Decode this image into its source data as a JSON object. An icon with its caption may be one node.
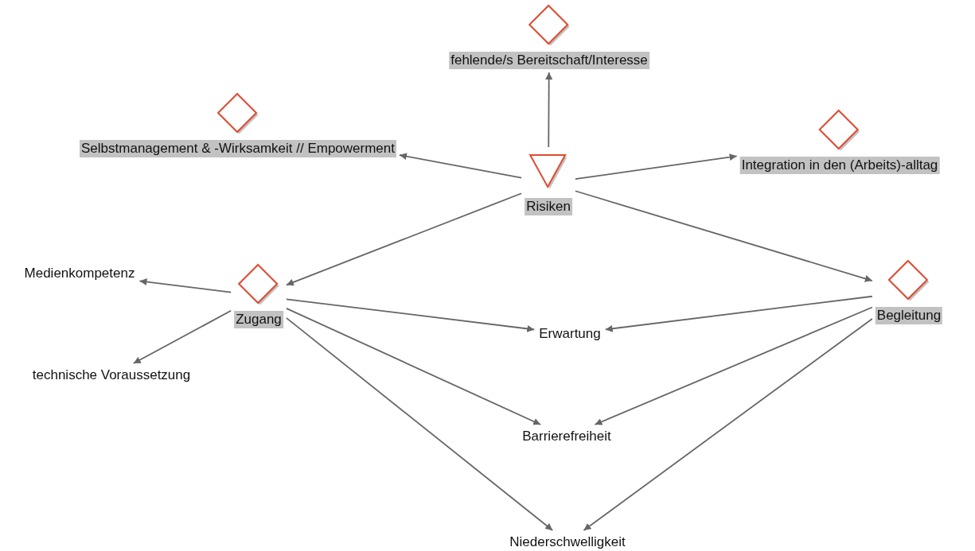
{
  "diagram": {
    "nodes": [
      {
        "text": [
          "fehlende/s Bereitschaft/Interesse"
        ]
      },
      {
        "text": [
          "Selbstmanagement & -Wirksamkeit // Empowerment"
        ]
      },
      {
        "text": [
          "Risiken"
        ]
      },
      {
        "text": [
          "Integration in den (Arbeits)-alltag"
        ]
      },
      {
        "text": [
          "Medienkompetenz"
        ]
      },
      {
        "text": [
          "Zugang"
        ]
      },
      {
        "text": [
          "Begleitung"
        ]
      },
      {
        "text": [
          "technische Voraussetzung"
        ]
      },
      {
        "text": [
          "Erwartung"
        ]
      },
      {
        "text": [
          "Barrierefreiheit"
        ]
      },
      {
        "text": [
          "Niederschwelligkeit"
        ]
      }
    ],
    "edges": [
      {
        "from": 2,
        "to": 0,
        "arrow": "to"
      },
      {
        "from": 2,
        "to": 1,
        "arrow": "to"
      },
      {
        "from": 2,
        "to": 3,
        "arrow": "to"
      },
      {
        "from": 2,
        "to": 5,
        "arrow": "to"
      },
      {
        "from": 2,
        "to": 6,
        "arrow": "to"
      },
      {
        "from": 5,
        "to": 4,
        "arrow": "to"
      },
      {
        "from": 5,
        "to": 7,
        "arrow": "to"
      },
      {
        "from": 5,
        "to": 8,
        "arrow": "to"
      },
      {
        "from": 5,
        "to": 9,
        "arrow": "to"
      },
      {
        "from": 5,
        "to": 10,
        "arrow": "to"
      },
      {
        "from": 6,
        "to": 8,
        "arrow": "to"
      },
      {
        "from": 6,
        "to": 9,
        "arrow": "to"
      },
      {
        "from": 6,
        "to": 10,
        "arrow": "to"
      }
    ]
  }
}
